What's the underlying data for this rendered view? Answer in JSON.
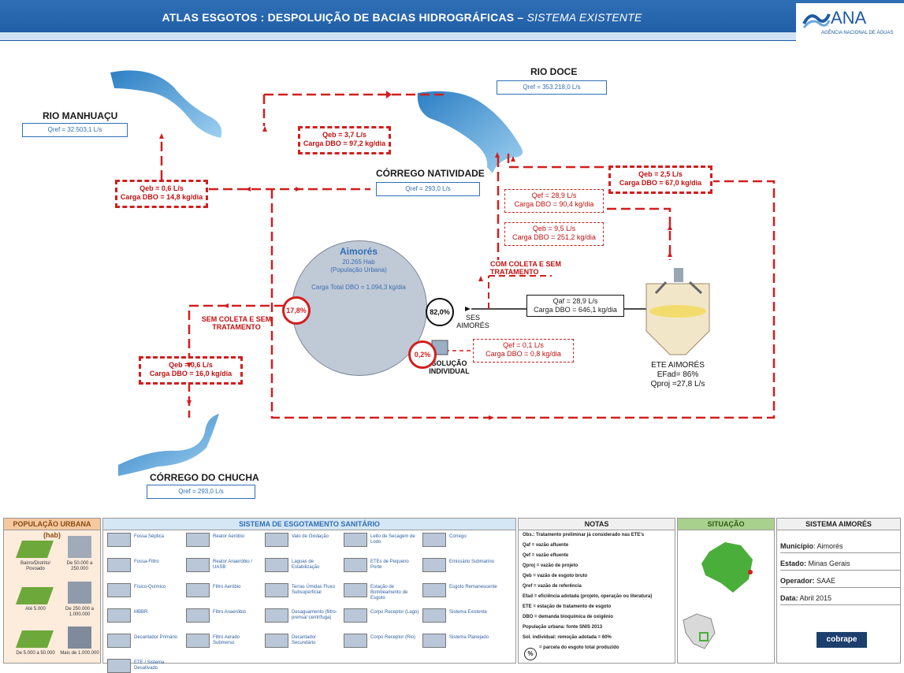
{
  "header": {
    "title_main": "ATLAS ESGOTOS : DESPOLUIÇÃO DE BACIAS HIDROGRÁFICAS –",
    "title_italic": "SISTEMA EXISTENTE",
    "logo": "ANA",
    "logo_sub": "AGÊNCIA NACIONAL DE ÁGUAS"
  },
  "rivers": {
    "manhuacu": {
      "name": "RIO MANHUAÇU",
      "qref": "Qref = 32.503,1 L/s"
    },
    "doce": {
      "name": "RIO DOCE",
      "qref": "Qref = 353.218,0 L/s"
    },
    "natividade": {
      "name": "CÓRREGO NATIVIDADE",
      "qref": "Qref = 293,0 L/s"
    },
    "chucha": {
      "name": "CÓRREGO DO CHUCHA",
      "qref": "Qref = 293,0 L/s"
    }
  },
  "flows": {
    "manhuacu_qeb": "Qeb = 0,6 L/s",
    "manhuacu_dbo": "Carga DBO = 14,8 kg/dia",
    "top_qeb": "Qeb = 3,7 L/s",
    "top_dbo": "Carga DBO = 97,2 kg/dia",
    "right_qeb": "Qeb = 2,5 L/s",
    "right_dbo": "Carga DBO = 67,0 kg/dia",
    "ef1_qef": "Qef = 28,9 L/s",
    "ef1_dbo": "Carga DBO = 90,4 kg/dia",
    "ef2_qeb": "Qeb = 9,5 L/s",
    "ef2_dbo": "Carga DBO = 251,2 kg/dia",
    "chucha_qeb": "Qeb = 0,6 L/s",
    "chucha_dbo": "Carga DBO = 16,0 kg/dia",
    "ind_qef": "Qef = 0,1 L/s",
    "ind_dbo": "Carga DBO = 0,8 kg/dia",
    "ses_qaf": "Qaf = 28,9 L/s",
    "ses_dbo": "Carga DBO = 646,1 kg/dia"
  },
  "labels": {
    "com_coleta": "COM COLETA E SEM TRATAMENTO",
    "sem_coleta": "SEM COLETA E SEM TRATAMENTO",
    "ses": "SES AIMORÉS",
    "solucao": "SOLUÇÃO INDIVIDUAL",
    "ete_name": "ETE AIMORÉS",
    "ete_efad": "EFad= 86%",
    "ete_qproj": "Qproj =27,8 L/s"
  },
  "city": {
    "name": "Aimorés",
    "pop": "20.265 Hab",
    "pop_type": "(População Urbana)",
    "carga": "Carga Total DBO = 1.094,3 kg/dia",
    "pct_sem": "17,8%",
    "pct_ses": "82,0%",
    "pct_ind": "0,2%"
  },
  "legend": {
    "pop_title": "POPULAÇÃO URBANA (hab)",
    "pop_items": [
      "Bairro/Distrito/ Povoado",
      "De 50.000 a 250.000",
      "Até 5.000",
      "De 250.000 a 1.000.000",
      "De 5.000 a 50.000",
      "Mais de 1.000.000"
    ],
    "sys_title": "SISTEMA DE ESGOTAMENTO SANITÁRIO",
    "sys_items": [
      "Fossa Séptica",
      "Reator Aeróbio",
      "Valo de Oxidação",
      "Leito de Secagem de Lodo",
      "Córrego",
      "Fossa-Filtro",
      "Reator Anaeróbio / UASB",
      "Lagoas de Estabilização",
      "ETEs de Pequeno Porte",
      "Emissário Submarino",
      "Físico-Químico",
      "Filtro Aeróbio",
      "Terras Úmidas Fluxo Subsuperficial",
      "Estação de Bombeamento de Esgoto",
      "Esgoto Remanescente",
      "MBBR",
      "Filtro Anaeróbio",
      "Desaguamento (filtro-prensa/ centrífuga)",
      "Corpo Receptor (Lago)",
      "Sistema Existente",
      "Decantador Primário",
      "Filtro Aerado Submerso",
      "Decantador Secundário",
      "Corpo Receptor (Rio)",
      "Sistema Planejado",
      "ETE / Sistema Desativado"
    ],
    "notes_title": "NOTAS",
    "notes": [
      "Obs.: Tratamento preliminar já considerado nas ETE's",
      "Qaf = vazão afluente",
      "Qef = vazão efluente",
      "Qproj = vazão de projeto",
      "Qeb = vazão de esgoto bruto",
      "Qref = vazão de referência",
      "Efad = eficiência adotada (projeto, operação ou literatura)",
      "ETE = estação de tratamento de esgoto",
      "DBO = demanda bioquímica de oxigênio",
      "População urbana: fonte SNIS 2013",
      "Sol. individual: remoção adotada = 60%",
      "= parcela do esgoto total produzido"
    ],
    "notes_pct": "%",
    "sit_title": "SITUAÇÃO",
    "sys_box_title": "SISTEMA AIMORÉS",
    "municipio_k": "Município",
    "municipio_v": ": Aimorés",
    "estado_k": "Estado:",
    "estado_v": " Minas Gerais",
    "operador_k": "Operador:",
    "operador_v": " SAAE",
    "data_k": "Data:",
    "data_v": " Abril 2015",
    "cobrape": "cobrape"
  },
  "colors": {
    "red": "#d11f1f",
    "blue": "#2f6fb5",
    "legend_blue": "#3f7fc2",
    "legend_green": "#8dc63f",
    "legend_orange": "#f6c89f"
  }
}
